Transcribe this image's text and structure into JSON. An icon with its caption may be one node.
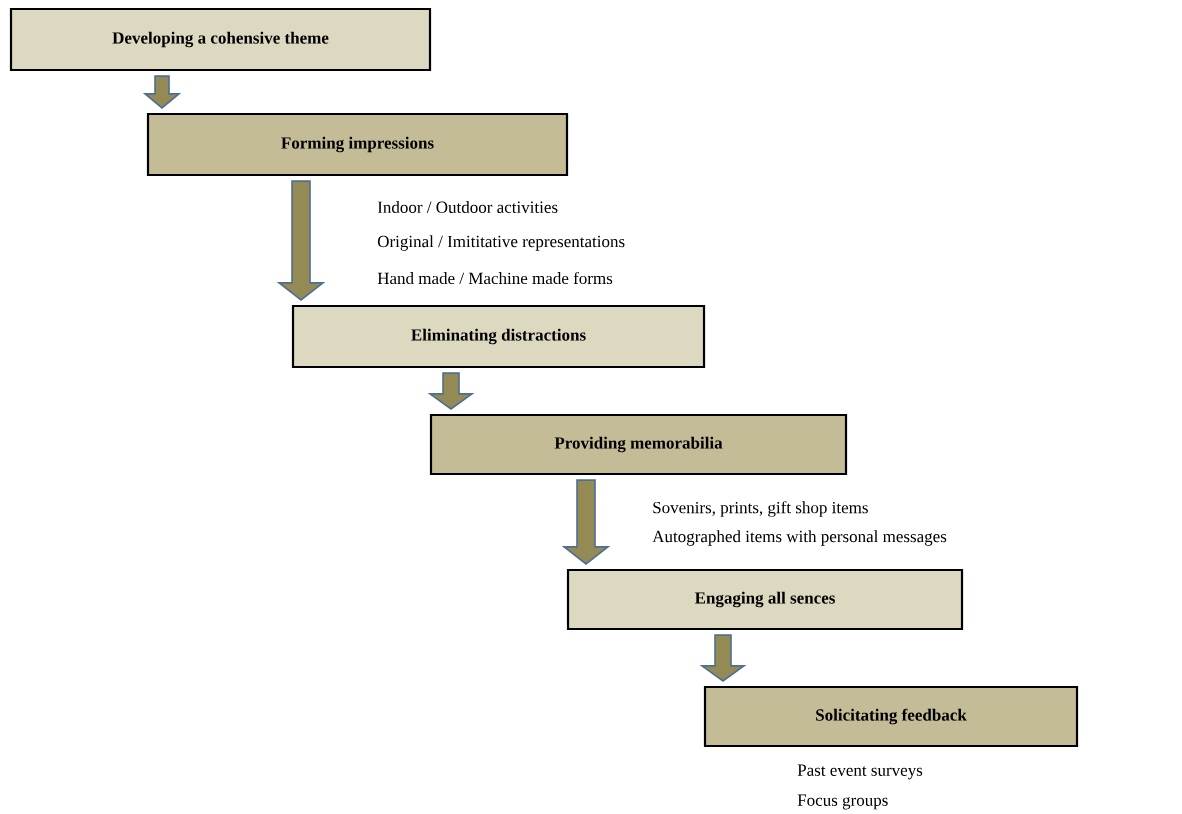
{
  "diagram": {
    "nodes": [
      {
        "text": [
          "Developing a cohensive theme"
        ]
      },
      {
        "text": [
          "Forming impressions"
        ]
      },
      {
        "text": [
          "Eliminating distractions"
        ]
      },
      {
        "text": [
          "Providing memorabilia"
        ]
      },
      {
        "text": [
          "Engaging all sences"
        ]
      },
      {
        "text": [
          "Solicitating feedback"
        ]
      }
    ],
    "edges": [
      {
        "from": 0,
        "to": 1,
        "arrow": "to"
      },
      {
        "from": 1,
        "to": 2,
        "arrow": "to"
      },
      {
        "from": 2,
        "to": 3,
        "arrow": "to"
      },
      {
        "from": 3,
        "to": 4,
        "arrow": "to"
      },
      {
        "from": 4,
        "to": 5,
        "arrow": "to"
      }
    ],
    "labels": [
      "Indoor / Outdoor activities",
      "Original / Imititative representations",
      "Hand made / Machine made forms",
      "Sovenirs, prints, gift shop items",
      "Autographed items with personal messages",
      "Past event surveys",
      "Focus groups"
    ]
  }
}
